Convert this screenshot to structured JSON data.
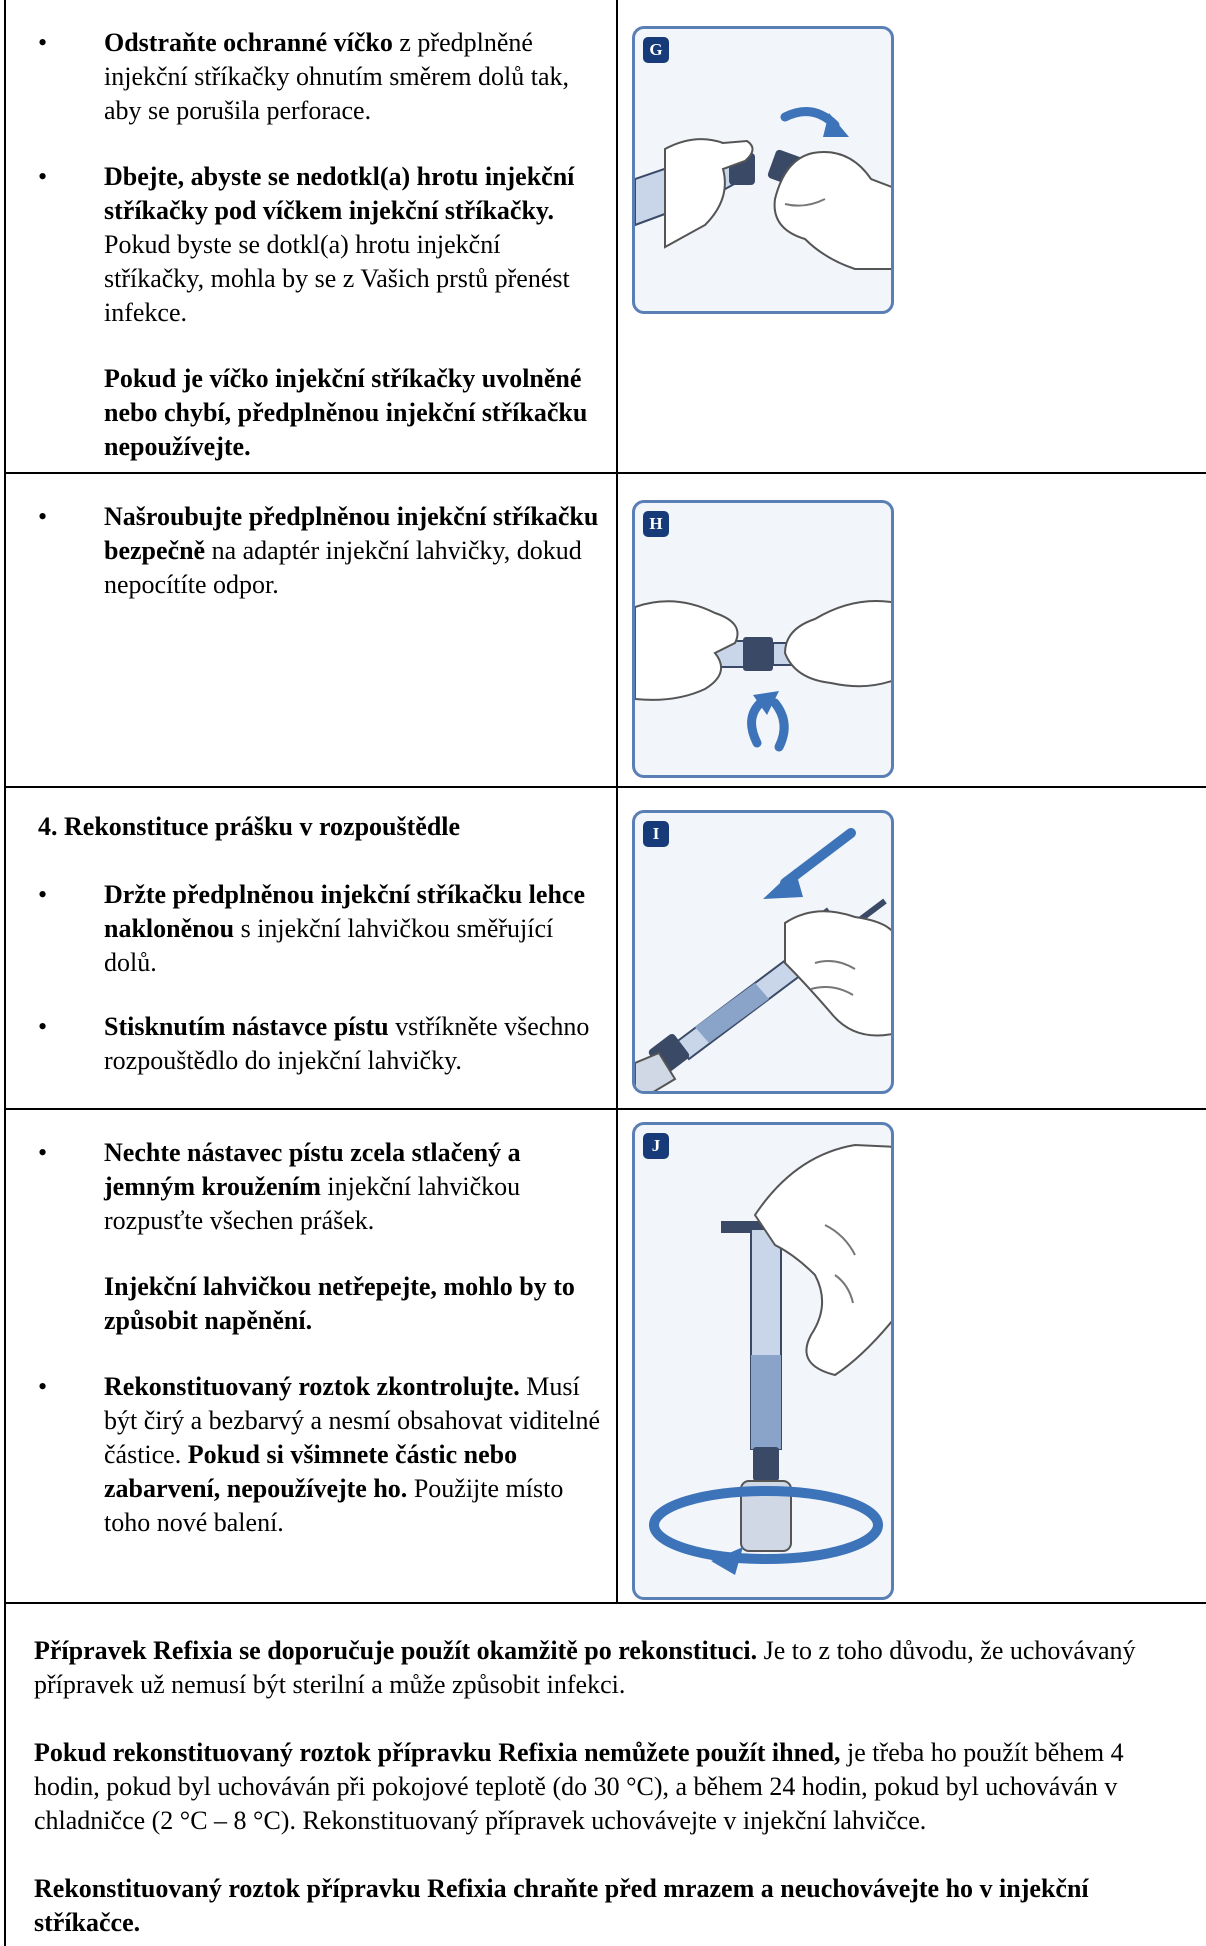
{
  "sections": {
    "g": {
      "figure_label": "G",
      "bullet1_bold": "Odstraňte ochranné víčko",
      "bullet1_rest": " z předplněné injekční stříkačky ohnutím směrem dolů tak, aby se porušila perforace.",
      "bullet2_bold": "Dbejte, abyste se nedotkl(a) hrotu injekční stříkačky pod víčkem injekční stříkačky.",
      "bullet2_rest": " Pokud byste se dotkl(a) hrotu injekční stříkačky, mohla by se z Vašich prstů přenést infekce.",
      "warning": "Pokud je víčko injekční stříkačky uvolněné nebo chybí, předplněnou injekční stříkačku nepoužívejte."
    },
    "h": {
      "figure_label": "H",
      "bullet1_bold": "Našroubujte předplněnou injekční stříkačku bezpečně",
      "bullet1_rest": " na adaptér injekční lahvičky, dokud nepocítíte odpor."
    },
    "i": {
      "figure_label": "I",
      "heading": "4. Rekonstituce prášku v rozpouštědle",
      "bullet1_bold": "Držte předplněnou injekční stříkačku lehce nakloněnou",
      "bullet1_rest": " s injekční lahvičkou směřující dolů.",
      "bullet2_bold": "Stisknutím nástavce pístu",
      "bullet2_rest": " vstříkněte všechno rozpouštědlo do injekční lahvičky."
    },
    "j": {
      "figure_label": "J",
      "bullet1_bold": "Nechte nástavec pístu zcela stlačený a jemným kroužením",
      "bullet1_rest": " injekční lahvičkou rozpusťte všechen prášek.",
      "warning": "Injekční lahvičkou netřepejte, mohlo by to způsobit napěnění.",
      "bullet2_bold": "Rekonstituovaný roztok zkontrolujte.",
      "bullet2_rest1": " Musí být čirý a bezbarvý a nesmí obsahovat viditelné částice. ",
      "bullet2_bold2": "Pokud si všimnete částic nebo zabarvení, nepoužívejte ho.",
      "bullet2_rest2": " Použijte místo toho nové balení."
    }
  },
  "bullet_char": "•",
  "bottom": {
    "p1_bold": "Přípravek Refixia se doporučuje použít okamžitě po rekonstituci.",
    "p1_rest": " Je to z toho důvodu, že uchovávaný přípravek už nemusí být sterilní a může způsobit infekci.",
    "p2_bold": "Pokud rekonstituovaný roztok přípravku Refixia nemůžete použít ihned,",
    "p2_rest": " je třeba ho použít během 4 hodin, pokud byl uchováván při pokojové teplotě (do 30 °C), a během 24 hodin, pokud byl uchováván v chladničce (2 °C – 8 °C). Rekonstituovaný přípravek uchovávejte v injekční lahvičce.",
    "p3_bold": "Rekonstituovaný roztok přípravku Refixia chraňte před mrazem a neuchovávejte ho v injekční stříkačce."
  },
  "colors": {
    "figure_border": "#5a7fb5",
    "figure_label_bg": "#173b78",
    "arrow_blue": "#3d73b8"
  }
}
